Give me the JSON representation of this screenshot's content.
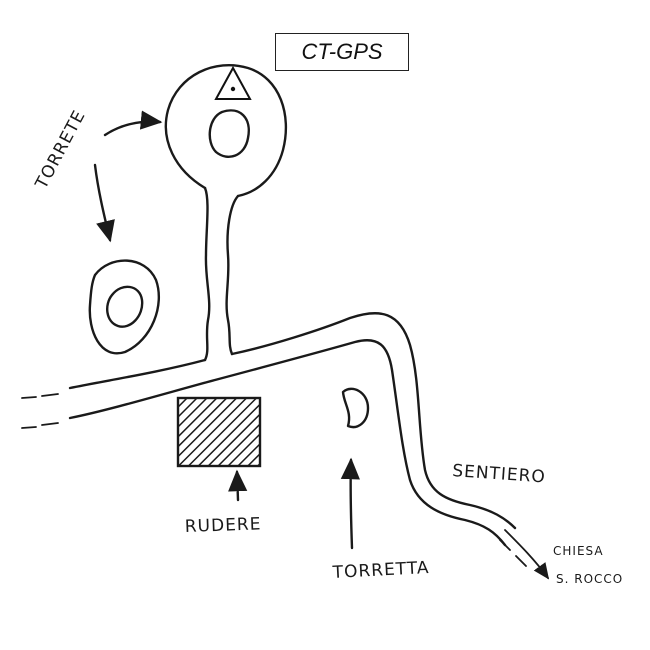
{
  "gps_label": "CT-GPS",
  "labels": {
    "torrette": "TORRETE",
    "rudere": "RUDERE",
    "torretta": "TORRETTA",
    "sentiero": "SENTIERO",
    "chiesa_line1": "CHIESA",
    "chiesa_line2": "S. ROCCO"
  },
  "colors": {
    "ink": "#1a1a1a",
    "paper": "#ffffff"
  },
  "icons": [
    "gps-triangle-icon",
    "hatched-ruin-icon"
  ]
}
